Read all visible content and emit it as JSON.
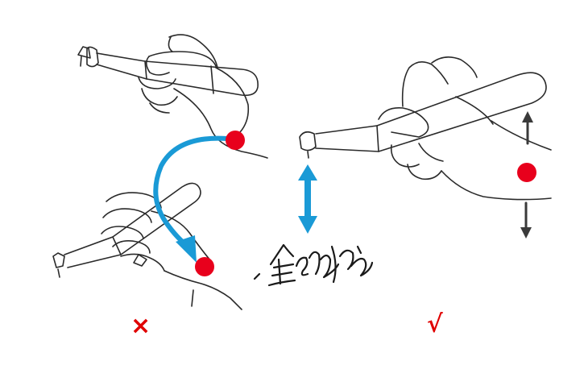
{
  "marks": {
    "wrong": "×",
    "right": "√"
  },
  "colors": {
    "line": "#2a2a2a",
    "pivot_dot": "#e8001c",
    "curved_arrow": "#1a9ad6",
    "double_arrow": "#1a9ad6",
    "motion_arrow": "#3a3a3a",
    "mark_color": "#e00000"
  },
  "icons": {
    "wrong_pivot": "red-dot",
    "right_pivot": "red-dot",
    "rotation": "curved-arrow",
    "vertical_motion": "double-arrow",
    "signature": "handwritten-signature"
  }
}
